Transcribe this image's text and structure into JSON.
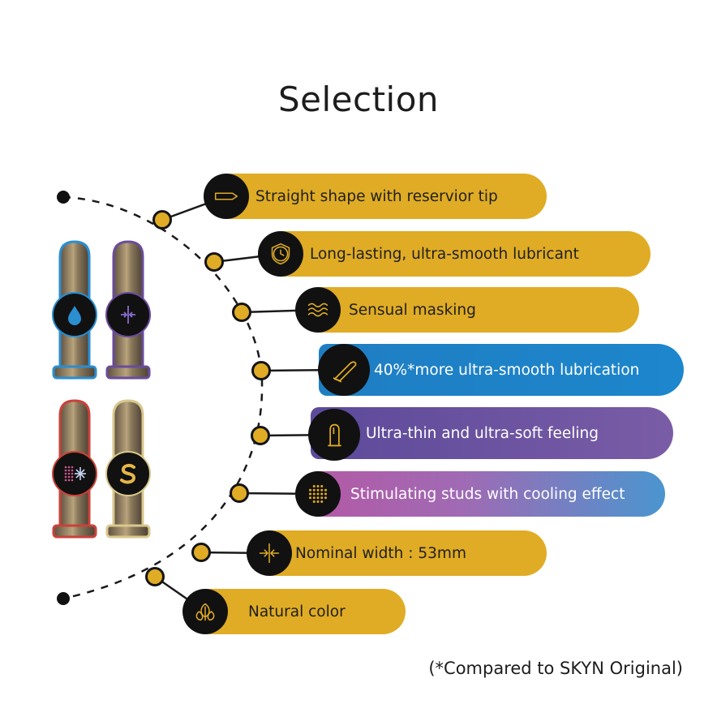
{
  "title": "Selection",
  "footnote": "(*Compared to SKYN Original)",
  "features": [
    {
      "label": "Straight shape with reservior tip",
      "icon": "reservoir-tip-icon",
      "bg": "#e0ac25"
    },
    {
      "label": "Long-lasting, ultra-smooth lubricant",
      "icon": "long-lasting-clock-icon",
      "bg": "#e0ac25"
    },
    {
      "label": "Sensual masking",
      "icon": "waves-icon",
      "bg": "#e0ac25"
    },
    {
      "label": "40%*more ultra-smooth lubrication",
      "icon": "lubrication-condom-icon",
      "bg": "#1f7ec3"
    },
    {
      "label": "Ultra-thin and ultra-soft feeling",
      "icon": "thin-condom-icon",
      "bg": "#6b4f9c"
    },
    {
      "label": "Stimulating studs with cooling effect",
      "icon": "studs-icon",
      "bg": "#b85ca3"
    },
    {
      "label": "Nominal width : 53mm",
      "icon": "width-arrows-icon",
      "bg": "#e0ac25"
    },
    {
      "label": "Natural color",
      "icon": "leaves-icon",
      "bg": "#e0ac25"
    }
  ],
  "colors": {
    "gold": "#e0ac25",
    "blue": "#1f7ec3",
    "purple": "#6b4f9c",
    "magenta": "#b85ca3",
    "dark": "#111111"
  },
  "products": [
    {
      "icon": "water-drop-icon",
      "outline": "#2a8ed0"
    },
    {
      "icon": "thin-arrows-icon",
      "outline": "#6a4c9b"
    },
    {
      "icon": "snowflake-studs-icon",
      "outline": "#c9423a"
    },
    {
      "icon": "skyn-s-logo-icon",
      "outline": "#d8c88c"
    }
  ]
}
